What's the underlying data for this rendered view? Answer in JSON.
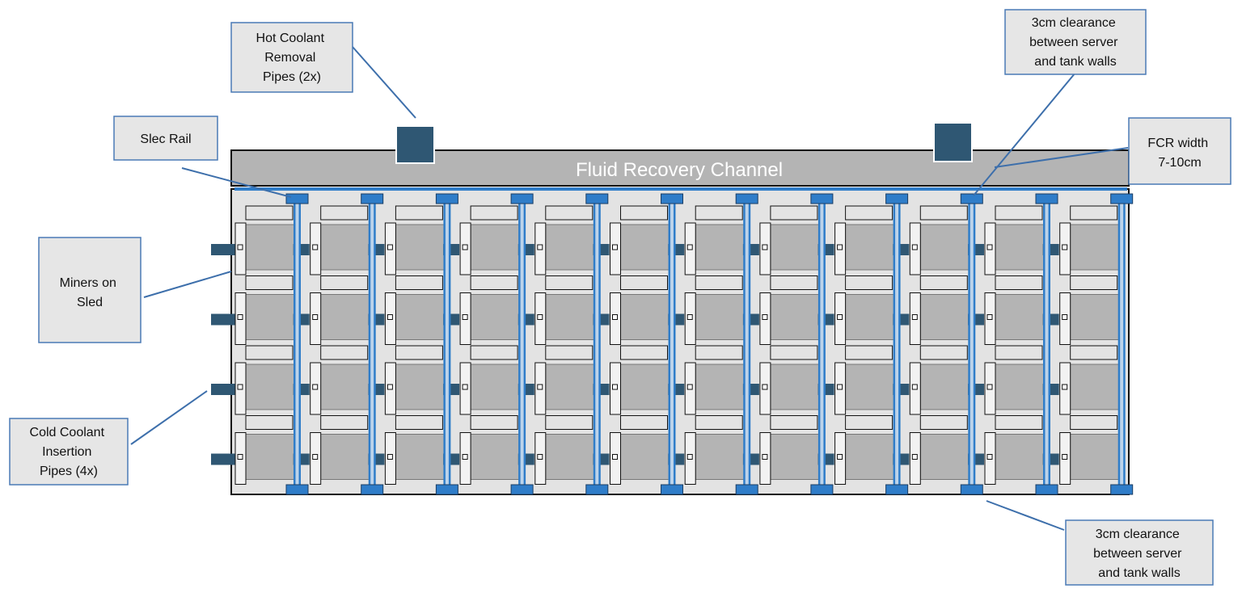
{
  "diagram": {
    "channel_label": "Fluid Recovery Channel",
    "callouts": {
      "hot_pipes": [
        "Hot Coolant",
        "Removal",
        "Pipes (2x)"
      ],
      "clearance_top": [
        "3cm clearance",
        "between server",
        "and tank walls"
      ],
      "slec_rail": [
        "Slec Rail"
      ],
      "fcr_width": [
        "FCR width",
        "7-10cm"
      ],
      "miners": [
        "Miners on",
        "Sled"
      ],
      "cold_pipes": [
        "Cold Coolant",
        "Insertion",
        "Pipes (4x)"
      ],
      "clearance_bottom": [
        "3cm clearance",
        "between server",
        "and tank walls"
      ]
    },
    "grid": {
      "columns": 12,
      "rows": 4
    },
    "colors": {
      "pipe": "#2f5773",
      "rail": "#2f7dc9",
      "rail_inner": "#bcd3ea",
      "channel": "#b4b4b4",
      "tank": "#e3e3e3",
      "miner": "#b4b4b4",
      "callout_border": "#4a7ab5"
    }
  }
}
